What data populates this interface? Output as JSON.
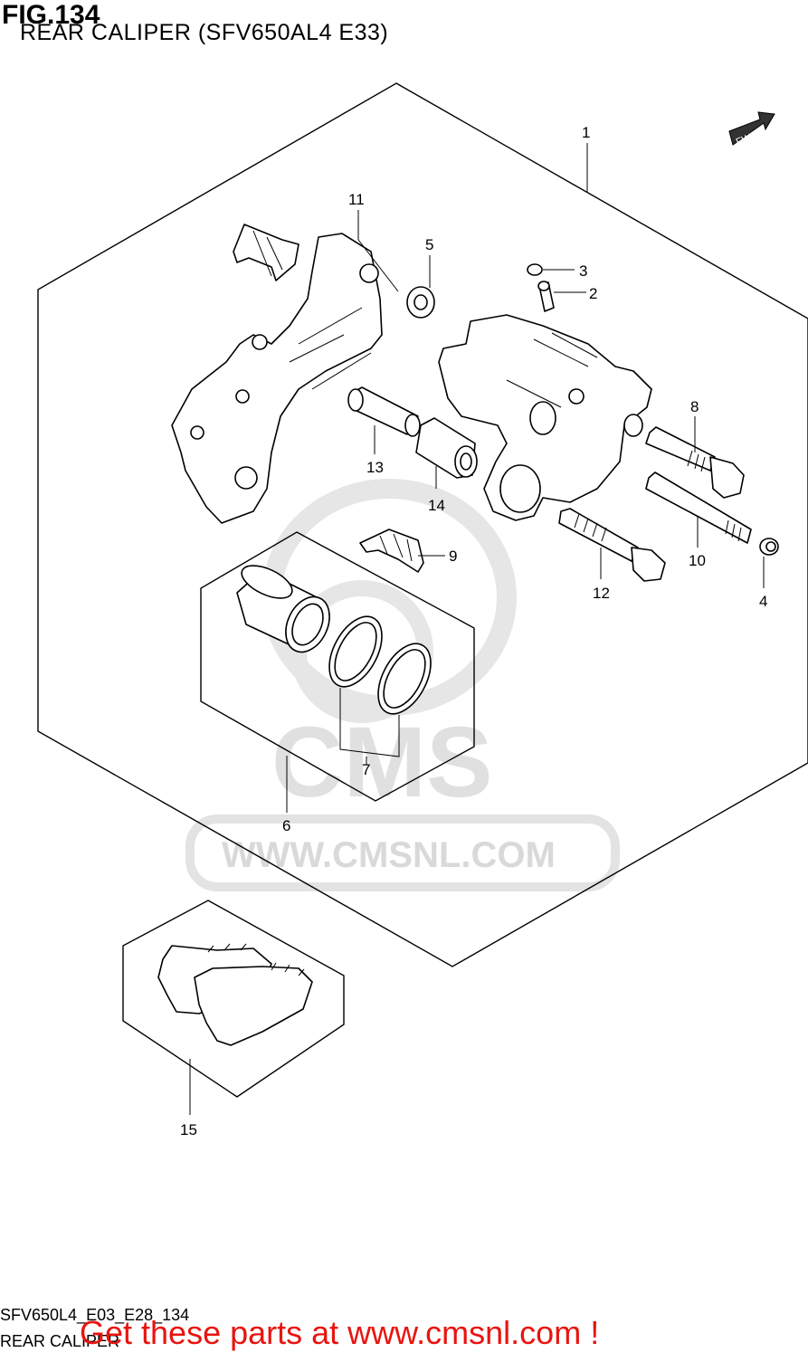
{
  "figure": {
    "title": "FIG.134",
    "subtitle": "REAR CALIPER (SFV650AL4 E33)"
  },
  "watermark": {
    "logo_text": "CMS",
    "url_text": "WWW.CMSNL.COM"
  },
  "direction_marker": {
    "label": "FWD",
    "icon": "forward-arrow-icon"
  },
  "callouts": [
    {
      "id": "c1",
      "label": "1"
    },
    {
      "id": "c2",
      "label": "2"
    },
    {
      "id": "c3",
      "label": "3"
    },
    {
      "id": "c4",
      "label": "4"
    },
    {
      "id": "c5",
      "label": "5"
    },
    {
      "id": "c6",
      "label": "6"
    },
    {
      "id": "c7",
      "label": "7"
    },
    {
      "id": "c8",
      "label": "8"
    },
    {
      "id": "c9",
      "label": "9"
    },
    {
      "id": "c10",
      "label": "10"
    },
    {
      "id": "c11",
      "label": "11"
    },
    {
      "id": "c12",
      "label": "12"
    },
    {
      "id": "c13",
      "label": "13"
    },
    {
      "id": "c14",
      "label": "14"
    },
    {
      "id": "c15",
      "label": "15"
    }
  ],
  "footer": {
    "code": "SFV650L4_E03_E28_134",
    "name": "REAR CALIPER",
    "promo": "Get these parts at www.cmsnl.com !"
  },
  "colors": {
    "promo": "#e8140f",
    "watermark": "#d9d9d9",
    "line": "#000000"
  }
}
